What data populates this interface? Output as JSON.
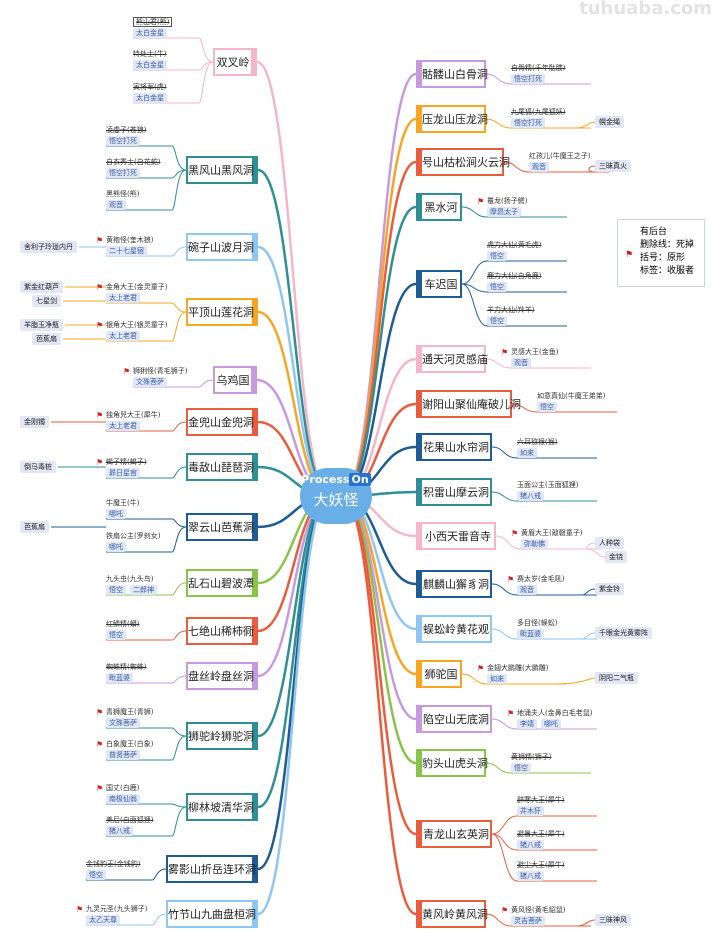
{
  "watermark": "tuhuaba.com",
  "center": {
    "logo_a": "Process",
    "logo_b": "On",
    "title": "大妖怪"
  },
  "legend": {
    "l1": "有后台",
    "l2": "删除线：死掉",
    "l3": "括号：原形",
    "l4": "标签：收服者"
  },
  "colors": {
    "center": "#6aaee8",
    "pink": "#f4b6c8",
    "teal": "#2f8f95",
    "skyblue": "#8ec7f3",
    "orange": "#f6a623",
    "purple": "#c79ae0",
    "red": "#e85d3e",
    "navy": "#1f5c93",
    "green": "#8bc34a",
    "tag_bg": "#dfe6f5",
    "flag": "#d21f1f"
  },
  "branches": [
    {
      "side": "L",
      "label": "双叉岭",
      "color": "#f4b6c8",
      "flag": false,
      "leaves": [
        {
          "text": "熊山君(熊)",
          "dead": true,
          "boxed": true,
          "tags": [
            "太白金星"
          ]
        },
        {
          "text": "特处士(牛)",
          "dead": true,
          "tags": [
            "太白金星"
          ]
        },
        {
          "text": "寅将军(虎)",
          "dead": true,
          "tags": [
            "太白金星"
          ]
        }
      ],
      "extras": []
    },
    {
      "side": "L",
      "label": "黑风山黑风洞",
      "color": "#2f8f95",
      "flag": false,
      "leaves": [
        {
          "text": "凌虚子(苍狼)",
          "dead": true,
          "tags": [
            "悟空打死"
          ]
        },
        {
          "text": "白衣秀士(白花蛇)",
          "dead": true,
          "tags": [
            "悟空打死"
          ]
        },
        {
          "text": "黑熊怪(熊)",
          "dead": false,
          "tags": [
            "观音"
          ]
        }
      ],
      "extras": []
    },
    {
      "side": "L",
      "label": "碗子山波月洞",
      "color": "#8ec7f3",
      "flag": false,
      "leaves": [
        {
          "text": "黄袍怪(奎木狼)",
          "dead": false,
          "flag": true,
          "tags": [
            "二十七星宿"
          ]
        }
      ],
      "extras": [
        "舍利子玲珑内丹"
      ]
    },
    {
      "side": "L",
      "label": "平顶山莲花洞",
      "color": "#f6a623",
      "flag": false,
      "leaves": [
        {
          "text": "金角大王(金灵童子)",
          "dead": false,
          "flag": true,
          "tags": [
            "太上老君"
          ]
        },
        {
          "text": "银角大王(银灵童子)",
          "dead": false,
          "flag": true,
          "tags": [
            "太上老君"
          ]
        }
      ],
      "extras": [
        "紫金红葫芦",
        "七星剑",
        "羊脂玉净瓶",
        "芭蕉扇"
      ]
    },
    {
      "side": "L",
      "label": "乌鸡国",
      "color": "#c79ae0",
      "flag": false,
      "leaves": [
        {
          "text": "狮猁怪(青毛狮子)",
          "dead": false,
          "flag": true,
          "tags": [
            "文殊菩萨"
          ]
        }
      ],
      "extras": []
    },
    {
      "side": "L",
      "label": "金兜山金兜洞",
      "color": "#e85d3e",
      "flag": false,
      "leaves": [
        {
          "text": "独角兕大王(犀牛)",
          "dead": false,
          "flag": true,
          "tags": [
            "太上老君"
          ]
        }
      ],
      "extras": [
        "金刚镯"
      ]
    },
    {
      "side": "L",
      "label": "毒敌山琵琶洞",
      "color": "#2f8f95",
      "flag": false,
      "leaves": [
        {
          "text": "蝎子精(蝎子)",
          "dead": true,
          "flag": true,
          "tags": [
            "昴日星官"
          ]
        }
      ],
      "extras": [
        "倒马毒桩"
      ]
    },
    {
      "side": "L",
      "label": "翠云山芭蕉洞",
      "color": "#1f5c93",
      "flag": false,
      "leaves": [
        {
          "text": "牛魔王(牛)",
          "dead": false,
          "tags": [
            "哪吒"
          ]
        },
        {
          "text": "铁扇公主(罗刹女)",
          "dead": false,
          "tags": [
            "哪吒"
          ]
        }
      ],
      "extras": [
        "芭蕉扇"
      ]
    },
    {
      "side": "L",
      "label": "乱石山碧波潭",
      "color": "#8bc34a",
      "flag": false,
      "leaves": [
        {
          "text": "九头虫(九头鸟)",
          "dead": false,
          "tags": [
            "悟空",
            "二郎神"
          ]
        }
      ],
      "extras": []
    },
    {
      "side": "L",
      "label": "七绝山稀柿衕",
      "color": "#e85d3e",
      "flag": false,
      "leaves": [
        {
          "text": "红鳞精(蟒)",
          "dead": true,
          "tags": [
            "悟空"
          ]
        }
      ],
      "extras": []
    },
    {
      "side": "L",
      "label": "盘丝岭盘丝洞",
      "color": "#c79ae0",
      "flag": false,
      "leaves": [
        {
          "text": "蜘蛛精(蜘蛛)",
          "dead": true,
          "tags": [
            "毗蓝婆"
          ]
        }
      ],
      "extras": []
    },
    {
      "side": "L",
      "label": "狮驼岭狮驼洞",
      "color": "#2f8f95",
      "flag": false,
      "leaves": [
        {
          "text": "青狮魔王(青狮)",
          "dead": false,
          "flag": true,
          "tags": [
            "文殊菩萨"
          ]
        },
        {
          "text": "白象魔王(白象)",
          "dead": false,
          "flag": true,
          "tags": [
            "普贤菩萨"
          ]
        }
      ],
      "extras": []
    },
    {
      "side": "L",
      "label": "柳林坡清华洞",
      "color": "#2f8f95",
      "flag": false,
      "leaves": [
        {
          "text": "国丈(白鹿)",
          "dead": false,
          "flag": true,
          "tags": [
            "南极仙翁"
          ]
        },
        {
          "text": "美后(白面狐狸)",
          "dead": true,
          "tags": [
            "猪八戒"
          ]
        }
      ],
      "extras": []
    },
    {
      "side": "L",
      "label": "雾影山折岳连环洞",
      "color": "#1f5c93",
      "flag": false,
      "leaves": [
        {
          "text": "金钱豹王(金钱豹)",
          "dead": true,
          "tags": [
            "悟空"
          ]
        }
      ],
      "extras": []
    },
    {
      "side": "L",
      "label": "竹节山九曲盘桓洞",
      "color": "#8ec7f3",
      "flag": false,
      "leaves": [
        {
          "text": "九灵元圣(九头狮子)",
          "dead": false,
          "flag": true,
          "tags": [
            "太乙天尊"
          ]
        }
      ],
      "extras": []
    },
    {
      "side": "R",
      "label": "骷髅山白骨洞",
      "color": "#c79ae0",
      "leaves": [
        {
          "text": "白骨精(千年骷髅)",
          "dead": true,
          "tags": [
            "悟空打死"
          ]
        }
      ],
      "extras": []
    },
    {
      "side": "R",
      "label": "压龙山压龙洞",
      "color": "#f6a623",
      "leaves": [
        {
          "text": "九尾狐(九尾狐妖)",
          "dead": true,
          "tags": [
            "悟空打死"
          ]
        }
      ],
      "extras": [
        "幌金绳"
      ]
    },
    {
      "side": "R",
      "label": "号山枯松涧火云洞",
      "color": "#e85d3e",
      "leaves": [
        {
          "text": "红孩儿(牛魔王之子)",
          "dead": false,
          "tags": [
            "观音"
          ]
        }
      ],
      "extras": [
        "三昧真火"
      ]
    },
    {
      "side": "R",
      "label": "黑水河",
      "color": "#2f8f95",
      "leaves": [
        {
          "text": "鼍龙(扬子鳄)",
          "dead": false,
          "flag": true,
          "tags": [
            "摩昂太子"
          ]
        }
      ],
      "extras": []
    },
    {
      "side": "R",
      "label": "车迟国",
      "color": "#1f5c93",
      "leaves": [
        {
          "text": "虎力大仙(黄毛虎)",
          "dead": true,
          "tags": [
            "悟空"
          ]
        },
        {
          "text": "鹿力大仙(白角鹿)",
          "dead": true,
          "tags": [
            "悟空"
          ]
        },
        {
          "text": "羊力大仙(羚羊)",
          "dead": true,
          "tags": [
            "悟空"
          ]
        }
      ],
      "extras": []
    },
    {
      "side": "R",
      "label": "通天河灵感庙",
      "color": "#f4b6c8",
      "leaves": [
        {
          "text": "灵感大王(金鱼)",
          "dead": false,
          "flag": true,
          "tags": [
            "观音"
          ]
        }
      ],
      "extras": []
    },
    {
      "side": "R",
      "label": "谢阳山聚仙庵破儿洞",
      "color": "#e85d3e",
      "leaves": [
        {
          "text": "如意真仙(牛魔王弟弟)",
          "dead": false,
          "tags": [
            "悟空"
          ]
        }
      ],
      "extras": []
    },
    {
      "side": "R",
      "label": "花果山水帘洞",
      "color": "#1f5c93",
      "leaves": [
        {
          "text": "六耳猕猴(猴)",
          "dead": true,
          "tags": [
            "如来"
          ]
        }
      ],
      "extras": []
    },
    {
      "side": "R",
      "label": "积雷山摩云洞",
      "color": "#2f8f95",
      "leaves": [
        {
          "text": "玉面公主(玉面狐狸)",
          "dead": false,
          "tags": [
            "猪八戒"
          ]
        }
      ],
      "extras": []
    },
    {
      "side": "R",
      "label": "小西天雷音寺",
      "color": "#f4b6c8",
      "leaves": [
        {
          "text": "黄眉大王(敲磬童子)",
          "dead": false,
          "flag": true,
          "tags": [
            "弥勒佛"
          ]
        }
      ],
      "extras": [
        "人种袋",
        "金铙"
      ]
    },
    {
      "side": "R",
      "label": "麒麟山獬豸洞",
      "color": "#1f5c93",
      "leaves": [
        {
          "text": "赛太岁(金毛吼)",
          "dead": false,
          "flag": true,
          "tags": [
            "观音"
          ]
        }
      ],
      "extras": [
        "紫金铃"
      ]
    },
    {
      "side": "R",
      "label": "蜈蚣岭黄花观",
      "color": "#8ec7f3",
      "leaves": [
        {
          "text": "多目怪(蜈蚣)",
          "dead": false,
          "tags": [
            "毗蓝婆"
          ]
        }
      ],
      "extras": [
        "千眼金光黄雾阵"
      ]
    },
    {
      "side": "R",
      "label": "狮驼国",
      "color": "#f6a623",
      "leaves": [
        {
          "text": "金翅大鹏雕(大鹏雕)",
          "dead": false,
          "flag": true,
          "tags": [
            "如来"
          ]
        }
      ],
      "extras": [
        "阴阳二气瓶"
      ]
    },
    {
      "side": "R",
      "label": "陷空山无底洞",
      "color": "#c79ae0",
      "leaves": [
        {
          "text": "地涌夫人(金鼻白毛老鼠)",
          "dead": false,
          "flag": true,
          "tags": [
            "李靖",
            "哪吒"
          ]
        }
      ],
      "extras": []
    },
    {
      "side": "R",
      "label": "豹头山虎头洞",
      "color": "#8bc34a",
      "leaves": [
        {
          "text": "黄狮精(狮子)",
          "dead": true,
          "tags": [
            "悟空"
          ]
        }
      ],
      "extras": []
    },
    {
      "side": "R",
      "label": "青龙山玄英洞",
      "color": "#e85d3e",
      "leaves": [
        {
          "text": "辟寒大王(犀牛)",
          "dead": true,
          "tags": [
            "井木犴"
          ]
        },
        {
          "text": "避暑大王(犀牛)",
          "dead": true,
          "tags": [
            "猪八戒"
          ]
        },
        {
          "text": "避尘大王(犀牛)",
          "dead": true,
          "tags": [
            "猪八戒"
          ]
        }
      ],
      "extras": []
    },
    {
      "side": "R",
      "label": "黄风岭黄风洞",
      "color": "#e85d3e",
      "leaves": [
        {
          "text": "黄风怪(黄毛貂鼠)",
          "dead": false,
          "flag": true,
          "tags": [
            "灵吉菩萨"
          ]
        }
      ],
      "extras": [
        "三昧神风"
      ]
    }
  ]
}
